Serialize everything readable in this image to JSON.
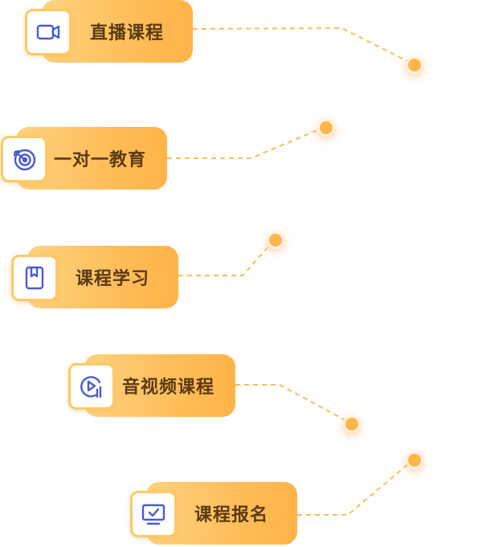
{
  "menu": {
    "items": [
      {
        "label": "直播课程",
        "icon": "video-camera-icon"
      },
      {
        "label": "一对一教育",
        "icon": "target-icon"
      },
      {
        "label": "课程学习",
        "icon": "bookmark-book-icon"
      },
      {
        "label": "音视频课程",
        "icon": "play-audio-icon"
      },
      {
        "label": "课程报名",
        "icon": "monitor-check-icon"
      }
    ]
  },
  "colors": {
    "pill_gradient_start": "#ffd27f",
    "pill_gradient_end": "#ffb347",
    "label_text": "#5a3a12",
    "icon_stroke": "#4a5ad6",
    "connector": "#ffbb55",
    "dot": "#ffb547"
  }
}
